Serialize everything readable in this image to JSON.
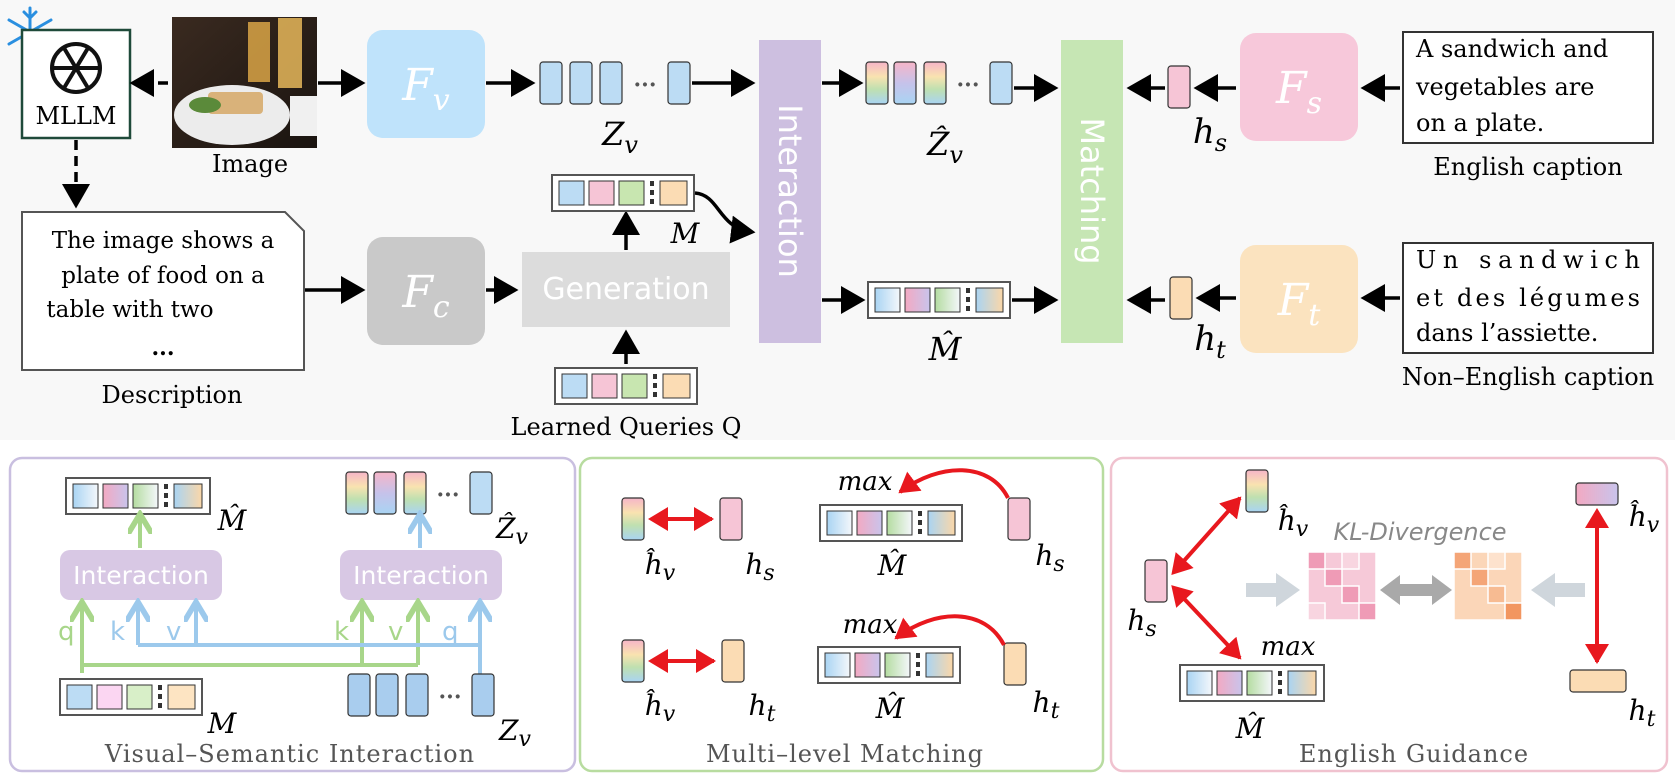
{
  "top": {
    "mllm_label": "MLLM",
    "image_label": "Image",
    "description_label": "Description",
    "description_lines": [
      "The image shows a",
      "plate of food on a",
      "table with two",
      "..."
    ],
    "english_caption_lines": [
      "A sandwich and",
      "vegetables are",
      "on a plate."
    ],
    "english_caption_label": "English caption",
    "non_english_caption_lines": [
      "Un sandwich",
      "et des légumes",
      "dans l’assiette."
    ],
    "non_english_caption_label": "Non–English caption",
    "fv": "F",
    "fv_sub": "v",
    "fc": "F",
    "fc_sub": "c",
    "fs": "F",
    "fs_sub": "s",
    "ft": "F",
    "ft_sub": "t",
    "generation": "Generation",
    "interaction": "Interaction",
    "matching": "Matching",
    "zv": "Z",
    "zv_sub": "v",
    "zv_hat": "Ẑ",
    "zv_hat_sub": "v",
    "m": "M",
    "m_hat": "M̂",
    "hs": "h",
    "hs_sub": "s",
    "ht": "h",
    "ht_sub": "t",
    "learned_queries": "Learned Queries Q"
  },
  "panels": {
    "vsi": {
      "title": "Visual–Semantic Interaction",
      "interaction1": "Interaction",
      "interaction2": "Interaction",
      "q1": "q",
      "k1": "k",
      "v1": "v",
      "k2": "k",
      "v2": "v",
      "q2": "q",
      "m_hat": "M̂",
      "zv_hat": "Ẑ",
      "zv_hat_sub": "v",
      "m": "M",
      "zv": "Z",
      "zv_sub": "v"
    },
    "mlm": {
      "title": "Multi–level Matching",
      "max1": "max",
      "max2": "max",
      "hv1": "ĥ",
      "hv1_sub": "v",
      "hs": "h",
      "hs_sub": "s",
      "m_hat1": "M̂",
      "hs2": "h",
      "hs2_sub": "s",
      "hv2": "ĥ",
      "hv2_sub": "v",
      "ht": "h",
      "ht_sub": "t",
      "m_hat2": "M̂",
      "ht2": "h",
      "ht2_sub": "t"
    },
    "eg": {
      "title": "English Guidance",
      "kl": "KL-Divergence",
      "max": "max",
      "hv1": "ĥ",
      "hv1_sub": "v",
      "hs": "h",
      "hs_sub": "s",
      "m_hat": "M̂",
      "hv2": "ĥ",
      "hv2_sub": "v",
      "ht": "h",
      "ht_sub": "t"
    }
  },
  "colors": {
    "fv": "#bfe3fb",
    "fc": "#c9c9c9",
    "fs": "#f7c8da",
    "ft": "#fbe3bf",
    "generation": "#dcdcdc",
    "interaction": "#cdbfe0",
    "matching": "#c6e6b4",
    "vsi_border": "#c9bfe0",
    "mlm_border": "#b8dca0",
    "eg_border": "#f0c2cf",
    "red_arrow": "#e8181e",
    "green_arrow": "#a8d68a",
    "blue_arrow": "#9cc9ec",
    "token_blue": "#bcdcf4",
    "token_pink": "#f6c5d6",
    "token_green": "#c8e6b0",
    "token_orange": "#fbdcb4",
    "snowflake": "#2a8fe0",
    "mllm_border": "#1f4a3a"
  },
  "icons": [
    "snowflake-icon",
    "openai-logo-icon",
    "food-photo-image"
  ]
}
